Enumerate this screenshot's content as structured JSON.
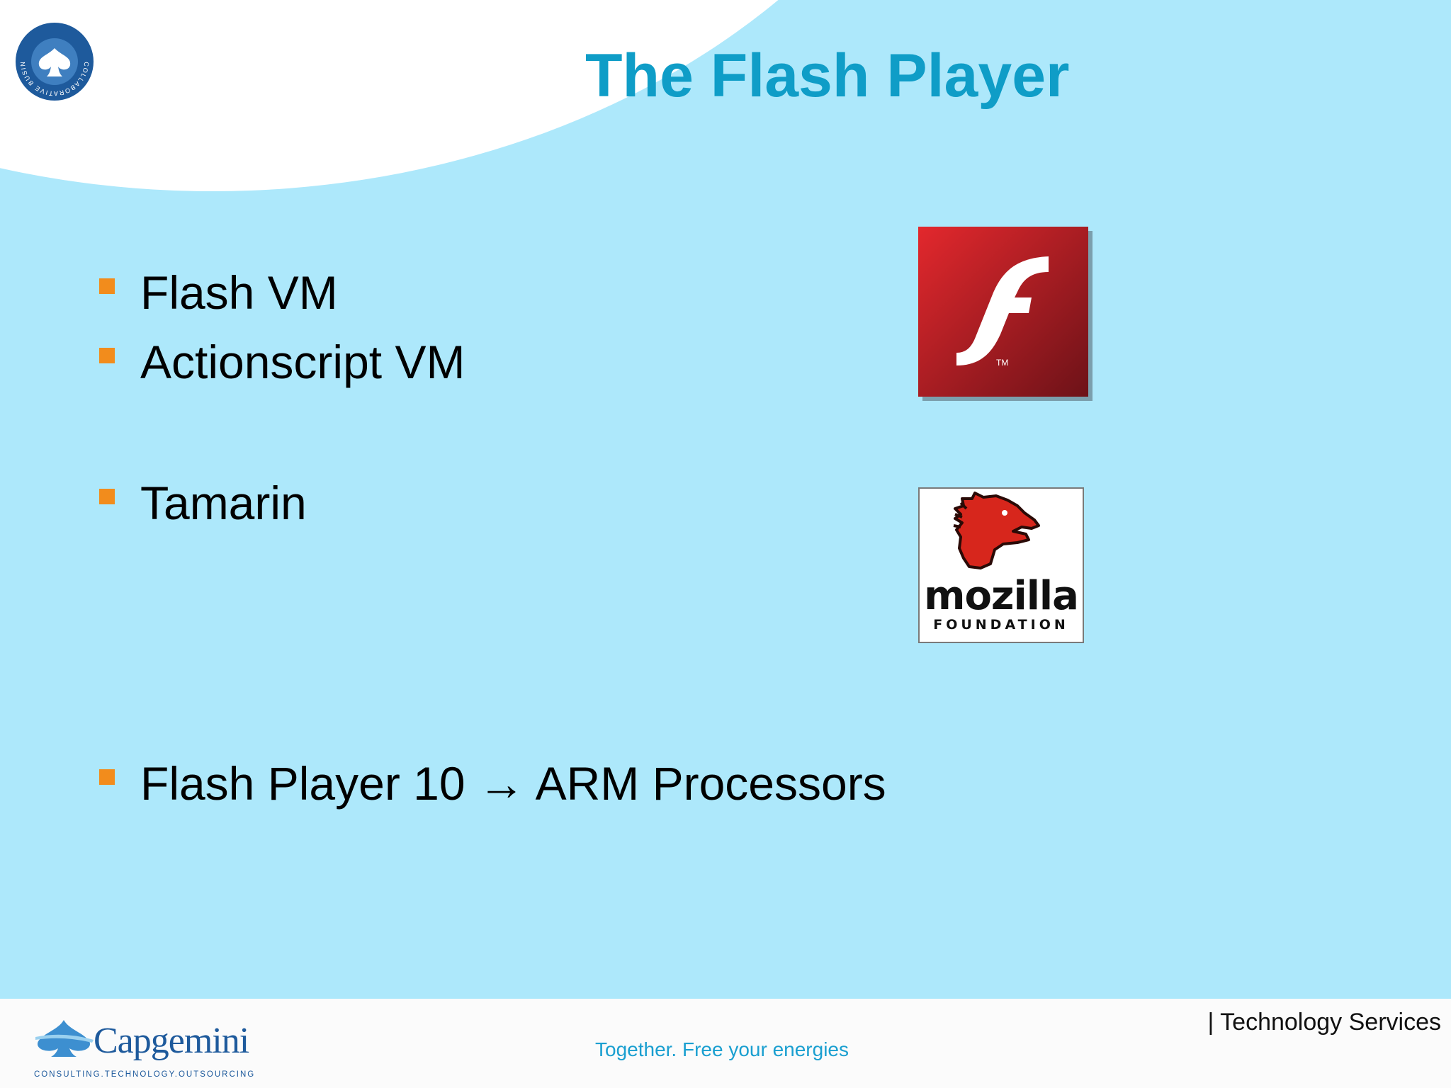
{
  "slide": {
    "title": "The Flash Player",
    "bullets": [
      {
        "text": "Flash VM"
      },
      {
        "text": "Actionscript VM"
      },
      {
        "text": "Tamarin"
      },
      {
        "text": "Flash Player 10 → ARM Processors"
      }
    ]
  },
  "logos": {
    "seal": {
      "icon": "collaborative-business-experience-seal-icon",
      "text": "COLLABORATIVE BUSINESS EXPERIENCE"
    },
    "flash": {
      "icon": "adobe-flash-player-logo-icon",
      "mark": "TM"
    },
    "mozilla": {
      "icon": "mozilla-dinosaur-logo-icon",
      "name": "mozilla",
      "sub": "FOUNDATION"
    }
  },
  "footer": {
    "brand": "Capgemini",
    "brand_sub": "CONSULTING.TECHNOLOGY.OUTSOURCING",
    "tagline": "Together. Free your energies",
    "services": "| Technology Services"
  },
  "colors": {
    "background": "#ade8fb",
    "title": "#0f9dc7",
    "bullet_marker": "#f28c1c",
    "tagline": "#1a9fd0",
    "brand": "#1e5a9c"
  }
}
